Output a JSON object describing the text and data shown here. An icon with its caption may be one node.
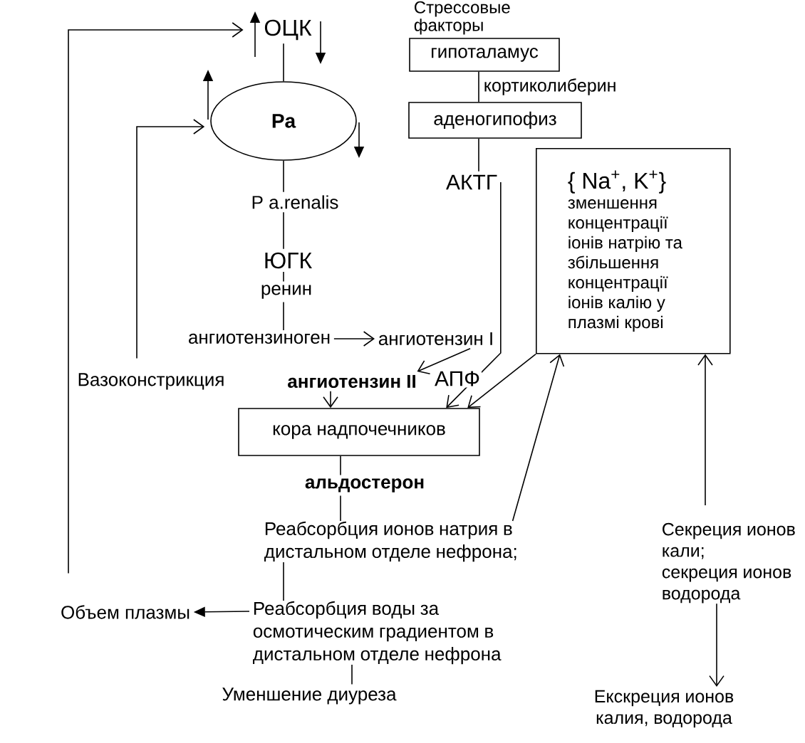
{
  "diagram": {
    "nodes": [
      {
        "text": [
          "ОЦК"
        ]
      },
      {
        "text": [
          "Pa"
        ]
      },
      {
        "text": [
          "P a.renalis"
        ]
      },
      {
        "text": [
          "ЮГК"
        ]
      },
      {
        "text": [
          "ренин"
        ]
      },
      {
        "text": [
          "ангиотензиноген"
        ]
      },
      {
        "text": [
          "ангиотензин I"
        ]
      },
      {
        "text": [
          "ангиотензин II"
        ]
      },
      {
        "text": [
          "кора надпочечников"
        ]
      },
      {
        "text": [
          "альдостерон"
        ]
      },
      {
        "text": [
          "Реабсорбция ионов натрия в дистальном отделе нефрона;"
        ]
      },
      {
        "text": [
          "Реабсорбция воды за осмотическим градиентом в дистальном отделе нефрона"
        ]
      },
      {
        "text": [
          "Объем плазмы"
        ]
      },
      {
        "text": [
          "Уменшение диуреза"
        ]
      },
      {
        "text": [
          "Вазоконстрикция"
        ]
      },
      {
        "text": [
          "гипоталамус"
        ],
        "beside": [
          "Стрессовые факторы"
        ]
      },
      {
        "text": [
          "аденогипофиз"
        ]
      },
      {
        "text": [
          "АКТГ"
        ]
      },
      {
        "text": [
          "{ Na$^{+}$, K$^{+}$}",
          "зменшення концентрації іонів натрію та збільшення концентрації іонів калію у плазмі крові"
        ]
      },
      {
        "text": [
          "Секреция ионов кали;",
          "секреция ионов водорода"
        ]
      },
      {
        "text": [
          "Екскреция ионов калия, водорода"
        ]
      }
    ],
    "edges": [
      {
        "from": 0,
        "to": 1,
        "arrow": "none"
      },
      {
        "from": 1,
        "to": 2,
        "arrow": "none"
      },
      {
        "from": 2,
        "to": 3,
        "arrow": "none"
      },
      {
        "from": 3,
        "to": 4,
        "arrow": "none"
      },
      {
        "from": 4,
        "to": 5,
        "arrow": "none"
      },
      {
        "from": 5,
        "to": 6,
        "arrow": "to"
      },
      {
        "from": 6,
        "to": 7,
        "arrow": "to",
        "label": "АПФ"
      },
      {
        "from": 7,
        "to": 8,
        "arrow": "to"
      },
      {
        "from": 8,
        "to": 9,
        "arrow": "none"
      },
      {
        "from": 9,
        "to": 10,
        "arrow": "none"
      },
      {
        "from": 10,
        "to": 11,
        "arrow": "none"
      },
      {
        "from": 11,
        "to": 12,
        "arrow": "to"
      },
      {
        "from": 11,
        "to": 13,
        "arrow": "none"
      },
      {
        "from": 12,
        "to": 0,
        "arrow": "to"
      },
      {
        "from": 14,
        "to": 1,
        "arrow": "to"
      },
      {
        "from": 15,
        "to": 16,
        "arrow": "none",
        "label": "кортиколиберин"
      },
      {
        "from": 16,
        "to": 17,
        "arrow": "none"
      },
      {
        "from": 17,
        "to": 8,
        "arrow": "to"
      },
      {
        "from": 18,
        "to": 8,
        "arrow": "to"
      },
      {
        "from": 10,
        "to": 18,
        "arrow": "to"
      },
      {
        "from": 19,
        "to": 18,
        "arrow": "to"
      },
      {
        "from": 19,
        "to": 20,
        "arrow": "to"
      }
    ]
  }
}
